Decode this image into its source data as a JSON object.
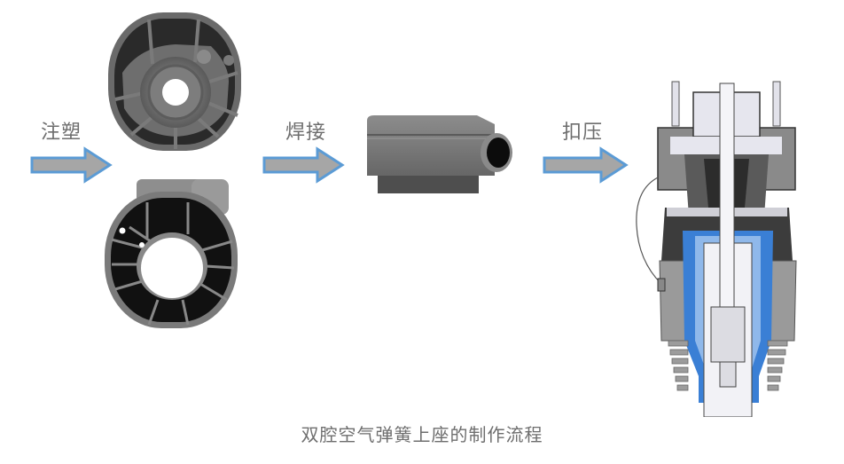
{
  "diagram": {
    "title": "双腔空气弹簧上座的制作流程",
    "steps": [
      {
        "label": "注塑",
        "description": "injection molding: two plastic half-shells (top and bottom views)"
      },
      {
        "label": "焊接",
        "description": "welding: assembled upper seat housing"
      },
      {
        "label": "扣压",
        "description": "crimping: sectioned dual-chamber air spring assembly"
      }
    ],
    "parts": [
      {
        "name": "molded-upper-shell"
      },
      {
        "name": "molded-lower-shell"
      },
      {
        "name": "welded-upper-seat"
      },
      {
        "name": "air-spring-cross-section"
      }
    ],
    "colors": {
      "arrow_fill": "#a6a6a6",
      "arrow_stroke": "#5b9bd5",
      "text": "#6e6e6e",
      "part_gray": "#7a7a7a",
      "part_dark": "#1e1e1e",
      "spring_blue": "#3a7fd5"
    }
  }
}
